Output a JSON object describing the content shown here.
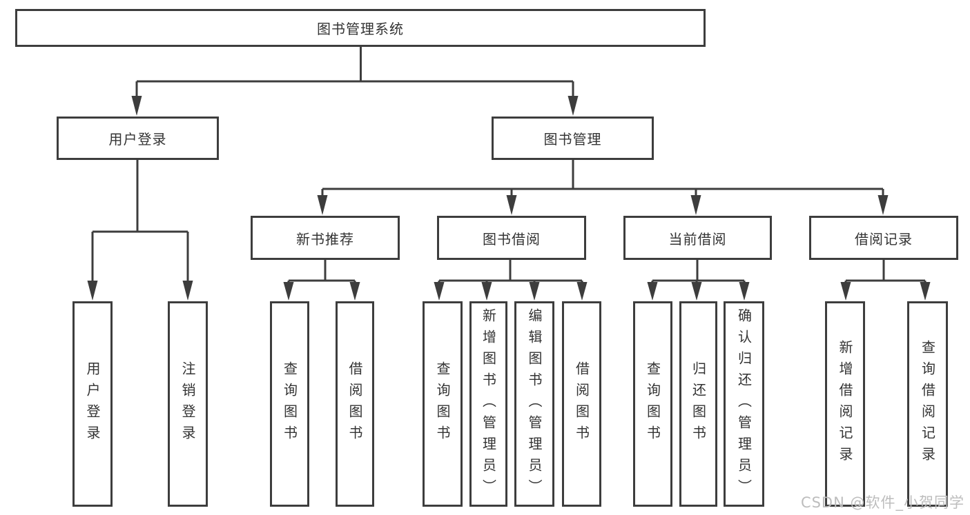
{
  "diagram_type": "hierarchy-tree",
  "tree": {
    "label": "图书管理系统",
    "children": [
      {
        "label": "用户登录",
        "children": [
          {
            "label": "用户登录"
          },
          {
            "label": "注销登录"
          }
        ]
      },
      {
        "label": "图书管理",
        "children": [
          {
            "label": "新书推荐",
            "children": [
              {
                "label": "查询图书"
              },
              {
                "label": "借阅图书"
              }
            ]
          },
          {
            "label": "图书借阅",
            "children": [
              {
                "label": "查询图书"
              },
              {
                "label": "新增图书（管理员）"
              },
              {
                "label": "编辑图书（管理员）"
              },
              {
                "label": "借阅图书"
              }
            ]
          },
          {
            "label": "当前借阅",
            "children": [
              {
                "label": "查询图书"
              },
              {
                "label": "归还图书"
              },
              {
                "label": "确认归还（管理员）"
              }
            ]
          },
          {
            "label": "借阅记录",
            "children": [
              {
                "label": "新增借阅记录"
              },
              {
                "label": "查询借阅记录"
              }
            ]
          }
        ]
      }
    ]
  },
  "watermark": {
    "text": "CSDN @软件_小贺同学"
  },
  "colors": {
    "line": "#3d3d3d",
    "text": "#333333",
    "background": "#ffffff",
    "watermark": "#bdbdbd"
  }
}
